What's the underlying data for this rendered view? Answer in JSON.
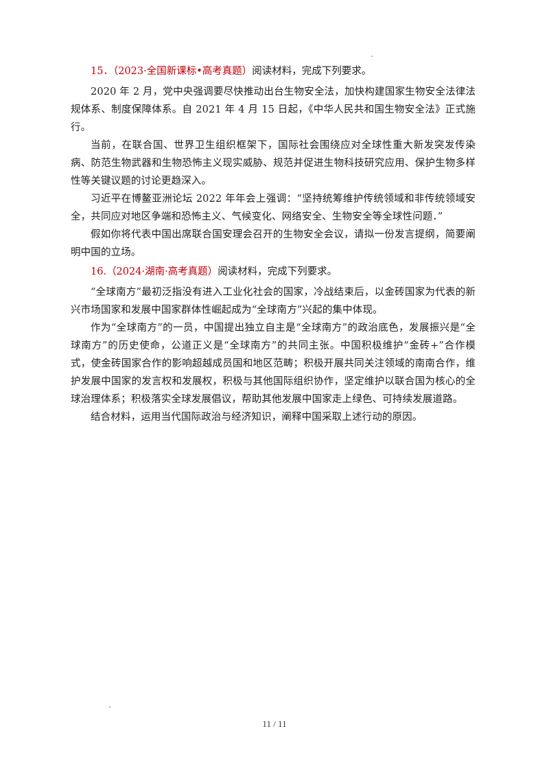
{
  "questions": [
    {
      "number": "15．",
      "source": "（2023·全国新课标•高考真题）",
      "instruction": "阅读材料，完成下列要求。",
      "paragraphs": [
        "2020 年 2 月，党中央强调要尽快推动出台生物安全法，加快构建国家生物安全法律法规体系、制度保障体系。自 2021 年 4 月 15 日起，《中华人民共和国生物安全法》正式施行。",
        "当前，在联合国、世界卫生组织框架下，国际社会围绕应对全球性重大新发突发传染病、防范生物武器和生物恐怖主义现实威胁、规范并促进生物科技研究应用、保护生物多样性等关键议题的讨论更趋深入。",
        "习近平在博鳌亚洲论坛 2022 年年会上强调：“坚持统筹维护传统领域和非传统领域安全，共同应对地区争端和恐怖主义、气候变化、网络安全、生物安全等全球性问题．”",
        "假如你将代表中国出席联合国安理会召开的生物安全会议，请拟一份发言提纲，简要阐明中国的立场。"
      ]
    },
    {
      "number": "16.",
      "source": "（2024·湖南·高考真题）",
      "instruction": "阅读材料，完成下列要求。",
      "paragraphs": [
        "“全球南方”最初泛指没有进入工业化社会的国家，冷战结束后，以金砖国家为代表的新兴市场国家和发展中国家群体性崛起成为“全球南方”兴起的集中体现。",
        "作为“全球南方”的一员，中国提出独立自主是“全球南方”的政治底色，发展振兴是“全球南方”的历史使命，公道正义是“全球南方”的共同主张。中国积极维护“金砖+”合作模式，使金砖国家合作的影响超越成员国和地区范畴；积极开展共同关注领域的南南合作，维护发展中国家的发言权和发展权，积极与其他国际组织协作，坚定维护以联合国为核心的全球治理体系；积极落实全球发展倡议，帮助其他发展中国家走上绿色、可持续发展道路。",
        "结合材料，运用当代国际政治与经济知识，阐释中国采取上述行动的原因。"
      ]
    }
  ],
  "footer": {
    "page_indicator": "11 / 11"
  }
}
